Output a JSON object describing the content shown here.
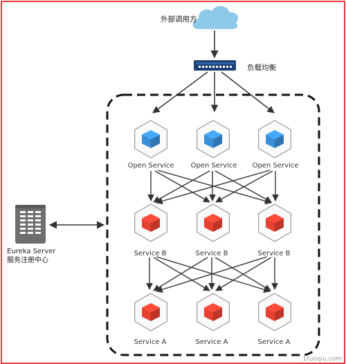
{
  "colors": {
    "border": "#e8393a",
    "cloud": "#8ec9ea",
    "open_cube": "#3a8fd9",
    "service_cube": "#e84030",
    "hex_stroke": "#9b9b9b",
    "arrow": "#333333"
  },
  "caller": {
    "label": "外部调用方",
    "icon": "cloud-icon"
  },
  "load_balancer": {
    "label": "负载均衡",
    "icon": "switch-icon"
  },
  "eureka": {
    "name": "Eureka Server",
    "subtitle": "服务注册中心",
    "icon": "server-icon"
  },
  "layers": {
    "open": {
      "label": "Open Service",
      "count": 3,
      "icon": "cube-icon"
    },
    "b": {
      "label": "Service B",
      "count": 3,
      "icon": "cube-icon"
    },
    "a": {
      "label": "Service A",
      "count": 3,
      "icon": "cube-icon"
    }
  },
  "watermark": "1tuoqiu.com"
}
